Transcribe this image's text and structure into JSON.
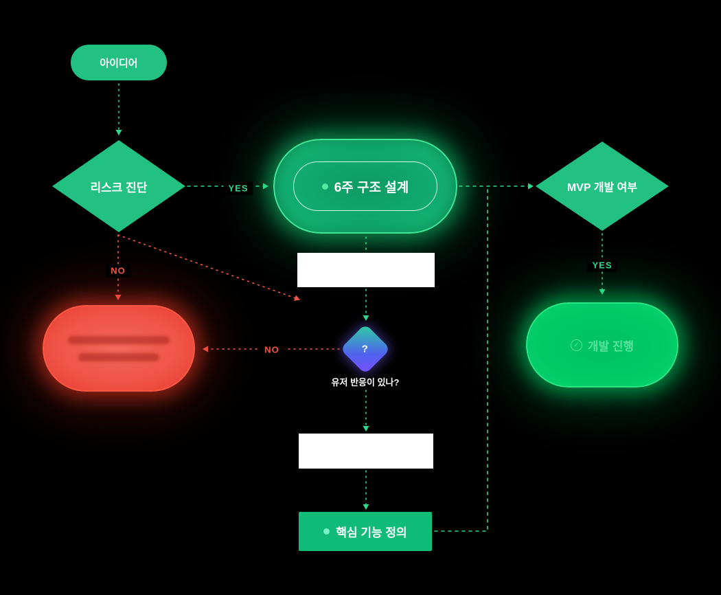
{
  "diagram": {
    "nodes": {
      "idea": {
        "label": "아이디어"
      },
      "risk": {
        "label": "리스크 진단"
      },
      "design": {
        "label": "6주 구조 설계"
      },
      "mvp": {
        "label": "MVP 개발 여부"
      },
      "question": {
        "label": "?",
        "caption": "유저 반응이 있나?"
      },
      "proceed": {
        "label": "개발 진행",
        "icon": "check-circle-icon",
        "check_glyph": "✓"
      },
      "core": {
        "label": "핵심 기능 정의"
      }
    },
    "edge_labels": {
      "risk_yes": "YES",
      "risk_no": "NO",
      "question_no": "NO",
      "mvp_yes": "YES"
    },
    "colors": {
      "background": "#000000",
      "green": "#22c081",
      "glow_green": "#14e682",
      "bright_green": "#00c966",
      "red": "#ef5347",
      "purple": "#6a5cf0",
      "edge_green": "#2fd98b",
      "edge_red": "#f25545",
      "white": "#ffffff"
    }
  }
}
